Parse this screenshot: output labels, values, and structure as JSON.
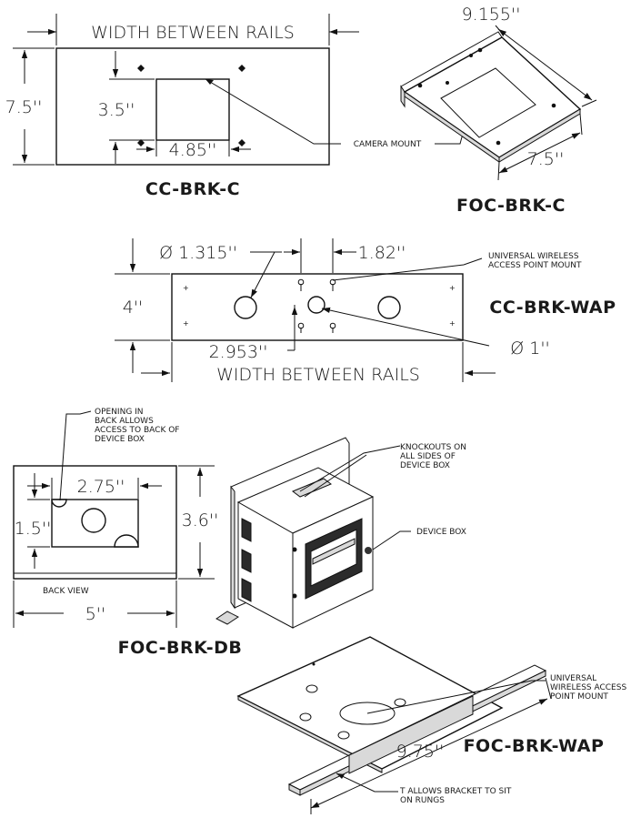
{
  "cc_brk_c": {
    "title": "CC-BRK-C",
    "width_label": "WIDTH BETWEEN RAILS",
    "height_dim": "7.5''",
    "opening_height_dim": "3.5''",
    "opening_width_dim": "4.85''"
  },
  "foc_brk_c": {
    "title": "FOC-BRK-C",
    "length_dim": "9.155''",
    "depth_dim": "7.5''"
  },
  "camera_mount_callout": "CAMERA MOUNT",
  "cc_brk_wap": {
    "title": "CC-BRK-WAP",
    "hole_dia_dim": "Ø 1.315''",
    "slot_spacing_dim": "1.82''",
    "height_dim": "4''",
    "offset_dim": "2.953''",
    "small_hole_dim": "Ø 1''",
    "width_label": "WIDTH BETWEEN RAILS",
    "wap_callout": [
      "UNIVERSAL WIRELESS",
      "ACCESS POINT MOUNT"
    ]
  },
  "foc_brk_db": {
    "title": "FOC-BRK-DB",
    "opening_callout": [
      "OPENING IN",
      "BACK ALLOWS",
      "ACCESS TO BACK OF",
      "DEVICE BOX"
    ],
    "opening_width_dim": "2.75''",
    "opening_height_dim": "1.5''",
    "height_dim": "3.6''",
    "width_dim": "5''",
    "back_view_label": "BACK VIEW",
    "knockouts_callout": [
      "KNOCKOUTS ON",
      "ALL SIDES OF",
      "DEVICE BOX"
    ],
    "device_box_callout": "DEVICE BOX"
  },
  "foc_brk_wap": {
    "title": "FOC-BRK-WAP",
    "length_dim": "9.75''",
    "wap_callout": [
      "UNIVERSAL",
      "WIRELESS ACCESS",
      "POINT MOUNT"
    ],
    "rung_callout": [
      "T ALLOWS BRACKET TO SIT",
      "ON RUNGS"
    ]
  }
}
